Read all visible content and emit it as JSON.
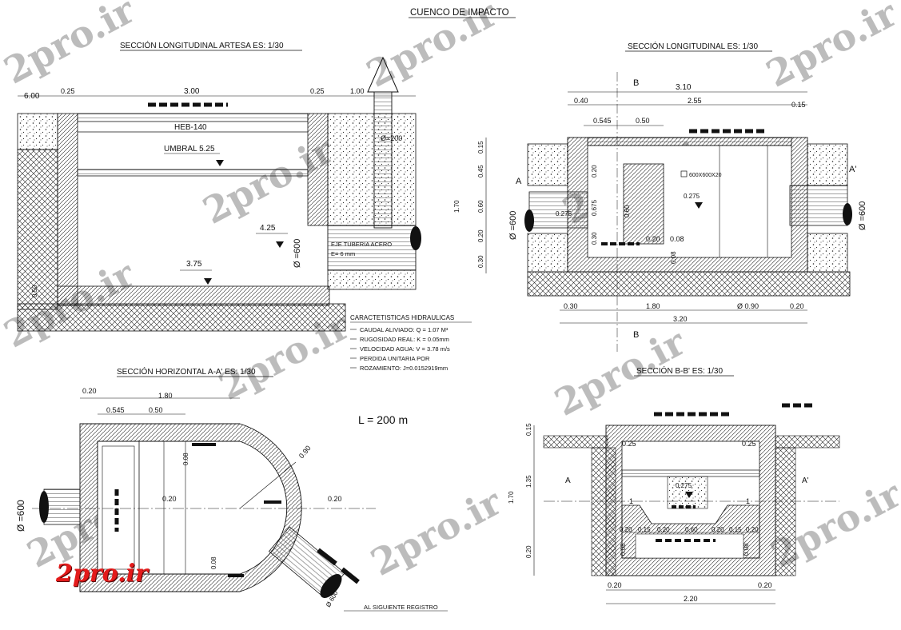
{
  "sheet_title": "CUENCO DE IMPACTO",
  "brand": {
    "logo_text": "2pro.ir",
    "watermark_text": "2pro.ir",
    "logo_color": "#e31b1b",
    "watermark_color": "#b8c8e8"
  },
  "views": {
    "artesa": {
      "title": "SECCIÓN LONGITUDINAL ARTESA  ES: 1/30",
      "dims": {
        "left_top": "6.00",
        "d_025_left": "0.25",
        "d_300": "3.00",
        "d_025_right": "0.25",
        "d_100": "1.00",
        "heb": "HEB-140",
        "umbral": "UMBRAL 5.25",
        "lvl_425": "4.25",
        "lvl_375": "3.75",
        "pipe_dia": "Ø =600",
        "pipe_axis": "EJE TUBERIA ACERO",
        "pipe_thick": "E= 6 mm",
        "d_050": "0.50",
        "shaft_dia": "Ø=200"
      }
    },
    "longitudinal": {
      "title": "SECCIÓN LONGITUDINAL  ES: 1/30",
      "dims": {
        "b_top": "B",
        "b_bottom": "B",
        "a_left": "A",
        "a_right": "A'",
        "d_310": "3.10",
        "d_040": "0.40",
        "d_255": "2.55",
        "d_015": "0.15",
        "d_0545": "0.545",
        "d_050": "0.50",
        "v_015": "0.15",
        "v_045": "0.45",
        "v_060": "0.60",
        "v_020": "0.20",
        "v_030": "0.30",
        "v_170": "1.70",
        "v_020b": "0.20",
        "v_0675": "0.675",
        "h_060": "0.60",
        "d_0275a": "0.275",
        "d_0275b": "0.275",
        "plate": "600X600X20",
        "d_020": "0.20",
        "d_008": "0.08",
        "v_008": "0.08",
        "v_030b": "0.30",
        "pipe_left": "Ø =600",
        "pipe_right": "Ø =600",
        "b_030": "0.30",
        "b_180": "1.80",
        "b_dia090": "Ø 0.90",
        "b_020": "0.20",
        "b_320": "3.20"
      }
    },
    "hidraulicas": {
      "heading": "CARACTETISTICAS HIDRAULICAS",
      "lines": [
        "CAUDAL ALIVIADO: Q = 1.07 M³",
        "RUGOSIDAD REAL: K = 0.05mm",
        "VELOCIDAD AGUA: V = 3.78 m/s",
        "PERDIDA UNITARIA POR",
        "ROZAMIENTO: J=0.0152919mm"
      ]
    },
    "horizontal": {
      "title": "SECCIÓN HORIZONTAL A-A'  ES: 1/30",
      "length_note": "L = 200 m",
      "dims": {
        "d_020_top": "0.20",
        "d_180": "1.80",
        "d_0545": "0.545",
        "d_050": "0.50",
        "pipe_dia": "Ø =600",
        "d_008a": "0.08",
        "d_090": "0.90",
        "d_020_mid": "0.20",
        "d_020_right": "0.20",
        "d_008b": "0.08",
        "outlet_dia": "Ø 600",
        "next_registro": "AL SIGUIENTE REGISTRO"
      }
    },
    "seccion_bb": {
      "title": "SECCIÓN B-B'  ES: 1/30",
      "dims": {
        "v_015": "0.15",
        "v_135": "1.35",
        "v_170": "1.70",
        "v_020": "0.20",
        "d_025a": "0.25",
        "d_025b": "0.25",
        "a_left": "A",
        "a_right": "A'",
        "d_0275": "0.275",
        "one_left": "1",
        "one_right": "1",
        "r_020a": "0.20",
        "r_015a": "0.15",
        "r_020b": "0.20",
        "r_060": "0.60",
        "r_020c": "0.20",
        "r_015b": "0.15",
        "r_020d": "0.20",
        "v_008a": "0.08",
        "v_008b": "0.08",
        "b_020a": "0.20",
        "b_020b": "0.20",
        "b_220": "2.20"
      }
    }
  }
}
